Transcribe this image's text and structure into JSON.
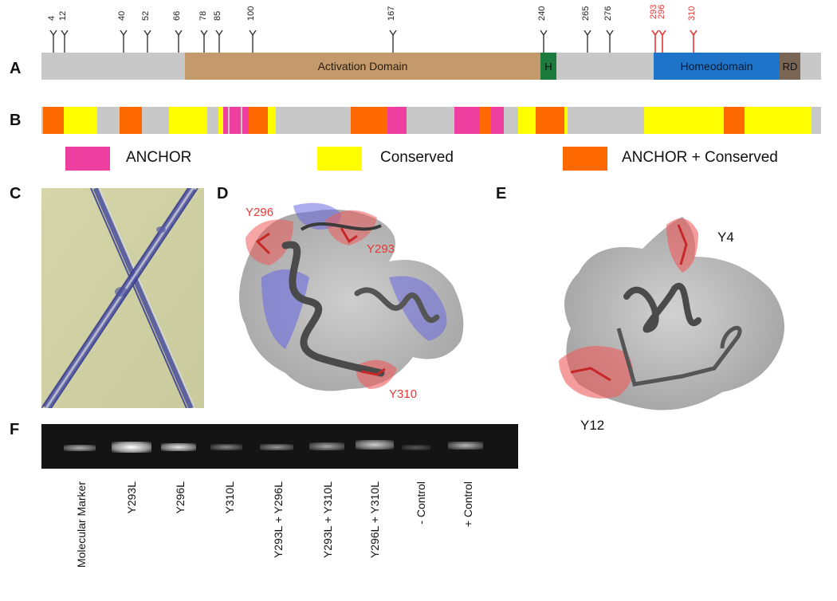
{
  "panels": {
    "A": "A",
    "B": "B",
    "C": "C",
    "D": "D",
    "E": "E",
    "F": "F"
  },
  "panelA": {
    "sites": [
      {
        "label": "4",
        "color": "#222222"
      },
      {
        "label": "12",
        "color": "#222222"
      },
      {
        "label": "40",
        "color": "#222222"
      },
      {
        "label": "52",
        "color": "#222222"
      },
      {
        "label": "66",
        "color": "#222222"
      },
      {
        "label": "78",
        "color": "#222222"
      },
      {
        "label": "85",
        "color": "#222222"
      },
      {
        "label": "100",
        "color": "#222222"
      },
      {
        "label": "167",
        "color": "#222222"
      },
      {
        "label": "240",
        "color": "#222222"
      },
      {
        "label": "265",
        "color": "#222222"
      },
      {
        "label": "276",
        "color": "#222222"
      },
      {
        "label": "293",
        "color": "#e53935"
      },
      {
        "label": "296",
        "color": "#e53935"
      },
      {
        "label": "310",
        "color": "#e53935"
      }
    ],
    "domains": {
      "activation": "Activation Domain",
      "h": "H",
      "homeodomain": "Homeodomain",
      "rd": "RD"
    },
    "colors": {
      "backbone": "#c8c8c8",
      "activation": "#c49a6c",
      "h": "#1b7a3c",
      "homeo": "#1e74c8",
      "rd": "#7a6655"
    }
  },
  "panelB": {
    "colors": {
      "anchor": "#ee3fa0",
      "conserved": "#ffff00",
      "both": "#ff6a00",
      "gray": "#c8c8c8"
    }
  },
  "legend": {
    "anchor": "ANCHOR",
    "conserved": "Conserved",
    "both": "ANCHOR + Conserved"
  },
  "panelD": {
    "labels": {
      "y296": "Y296",
      "y293": "Y293",
      "y310": "Y310"
    }
  },
  "panelE": {
    "labels": {
      "y4": "Y4",
      "y12": "Y12"
    }
  },
  "panelF": {
    "lanes": [
      "Molecular Marker",
      "Y293L",
      "Y296L",
      "Y310L",
      "Y293L + Y296L",
      "Y293L + Y310L",
      "Y296L + Y310L",
      "- Control",
      "+ Control"
    ]
  }
}
